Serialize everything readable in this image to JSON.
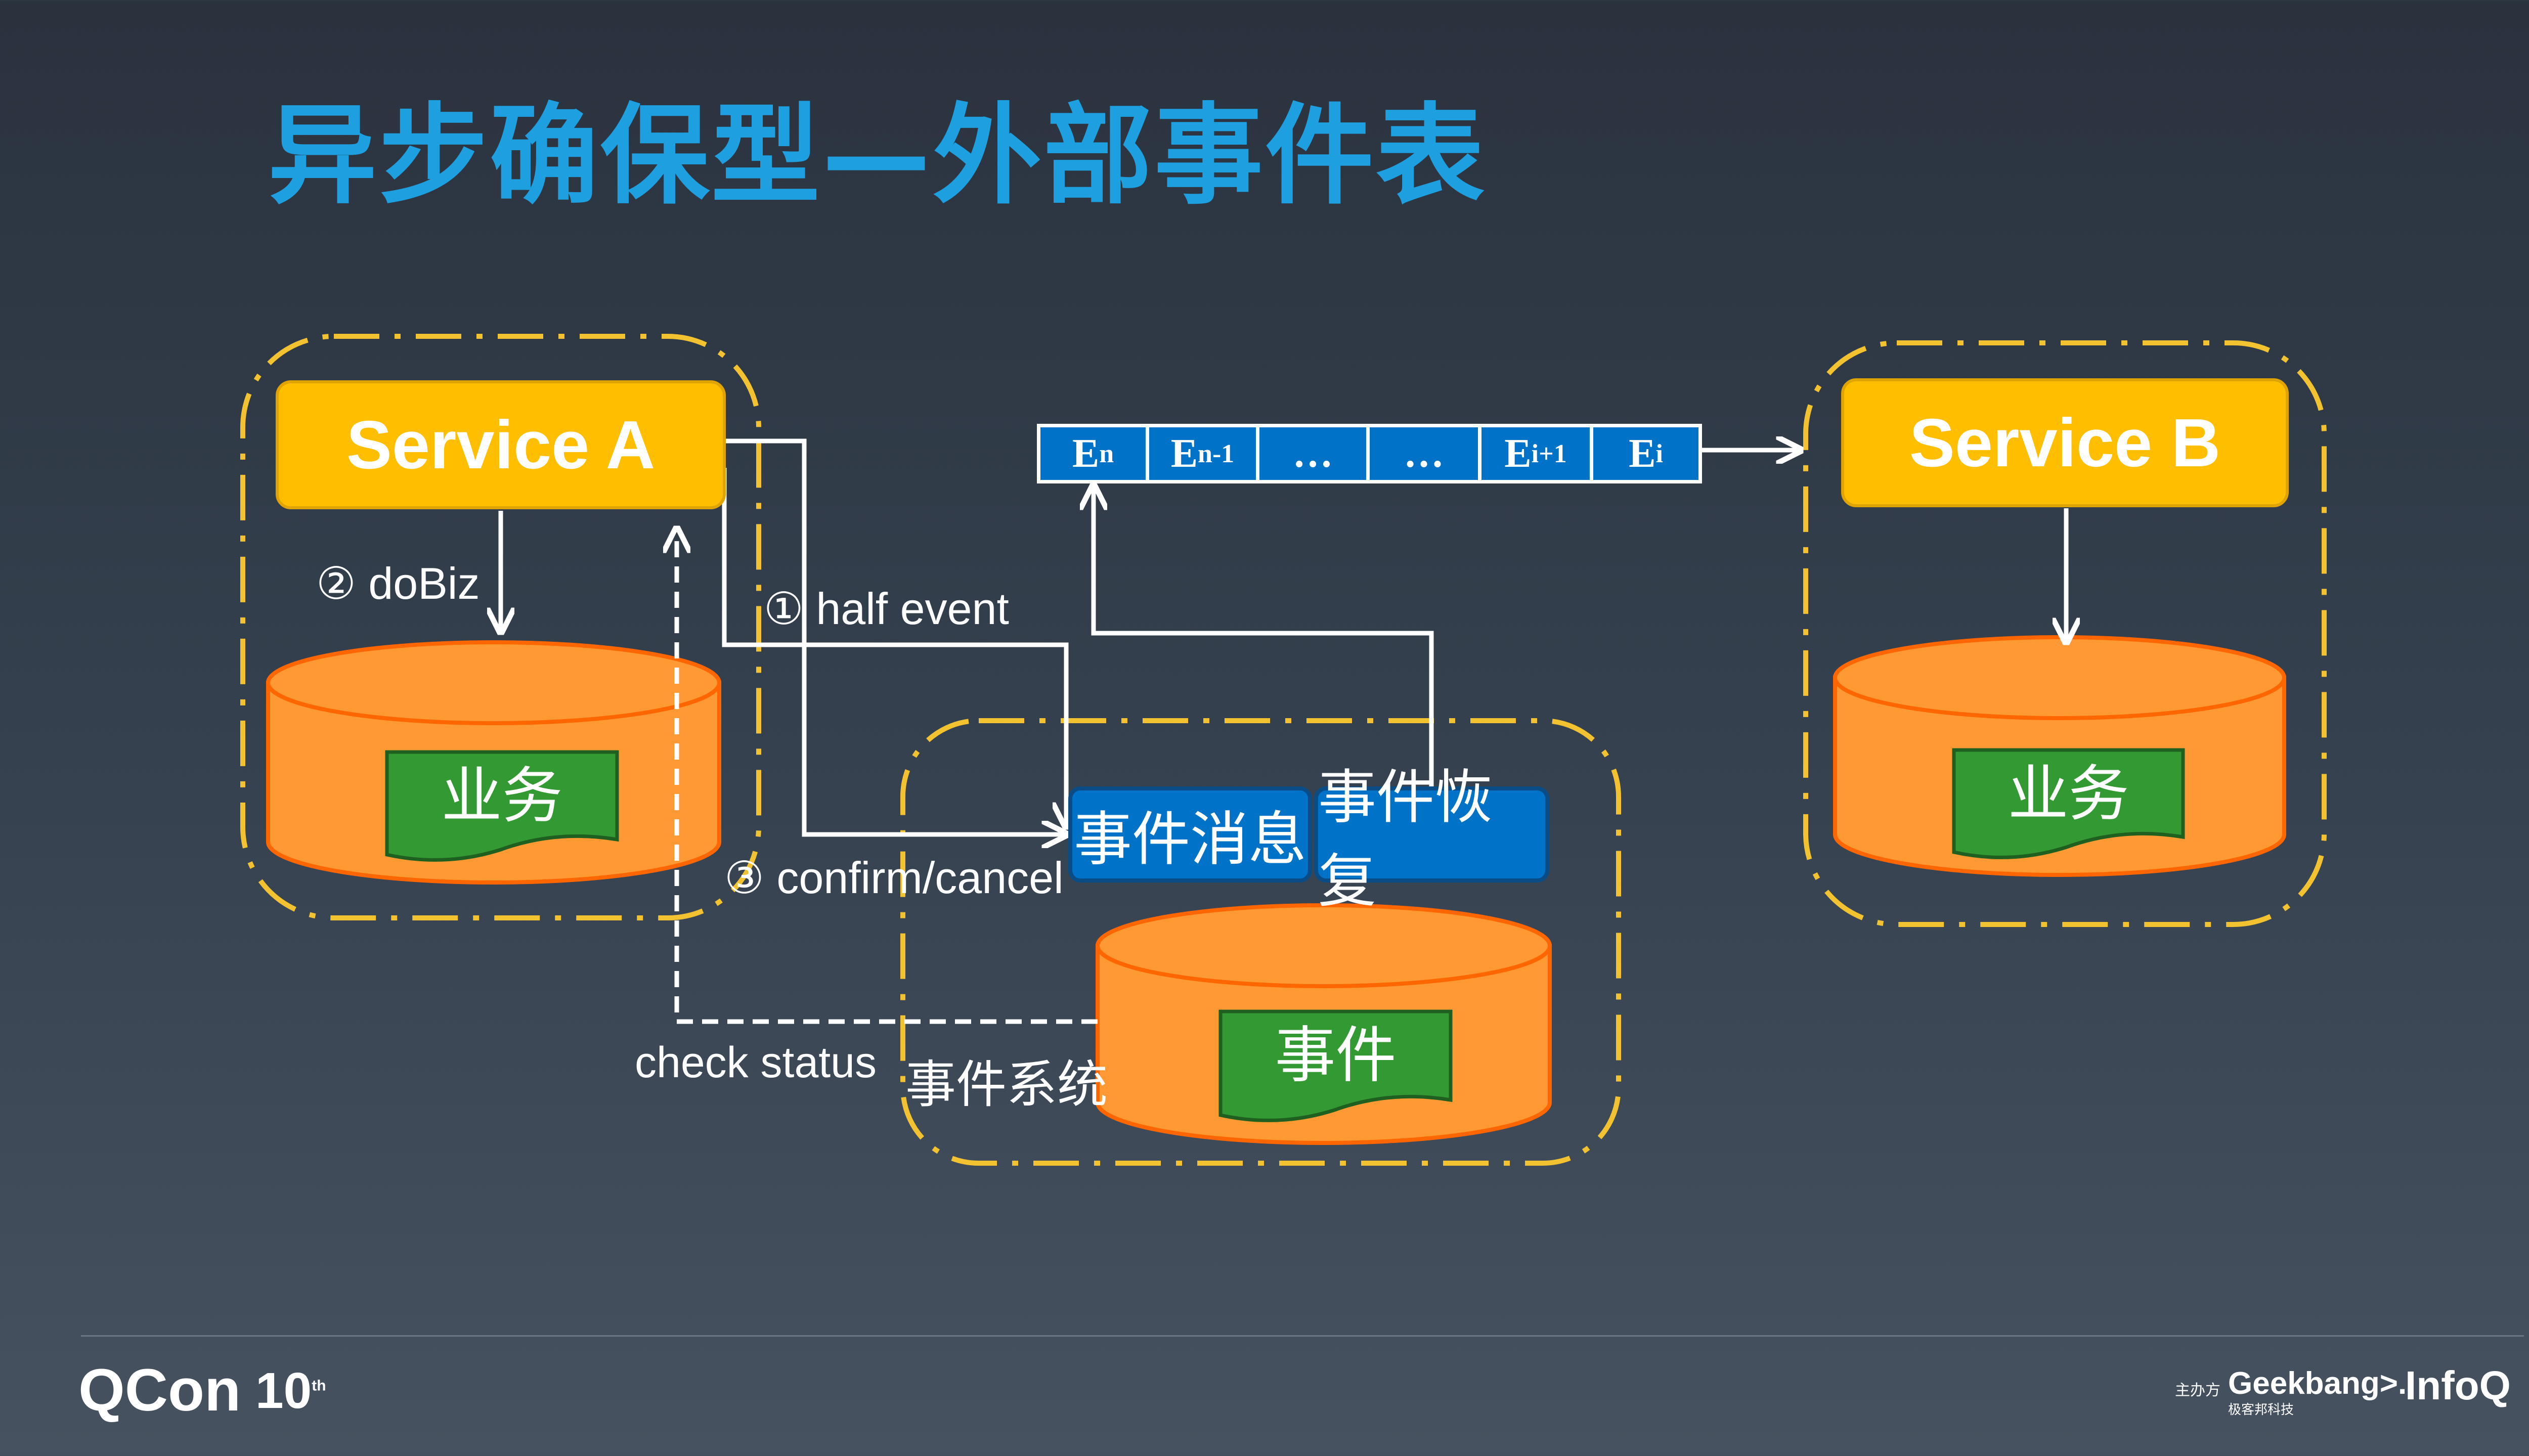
{
  "title": "异步确保型—外部事件表",
  "service_a": "Service A",
  "service_b": "Service B",
  "labels": {
    "do_biz": "② doBiz",
    "half_event": "① half event",
    "confirm_cancel": "③ confirm/cancel",
    "check_status": "check status",
    "event_system": "事件系统"
  },
  "buttons": {
    "event_message": "事件消息",
    "event_recovery": "事件恢复"
  },
  "databases": {
    "a_business": "业务",
    "event": "事件",
    "b_business": "业务"
  },
  "queue": [
    {
      "main": "E",
      "sub": "n"
    },
    {
      "main": "E",
      "sub": "n-1"
    },
    {
      "main": "…",
      "sub": ""
    },
    {
      "main": "…",
      "sub": ""
    },
    {
      "main": "E",
      "sub": "i+1"
    },
    {
      "main": "E",
      "sub": "i"
    }
  ],
  "footer": {
    "qcon": "QCon",
    "ten": "10",
    "th": "th",
    "organizer": "主办方",
    "geekbang": "Geekbang>.",
    "geekbang_sub": "极客邦科技",
    "infoq": "InfoQ"
  },
  "colors": {
    "title": "#1e9fe0",
    "service": "#ffbf00",
    "database": "#ff9933",
    "database_edge": "#ff6600",
    "doc_green": "#339933",
    "event_blue": "#0073c8",
    "dash_yellow": "#f2c230"
  }
}
